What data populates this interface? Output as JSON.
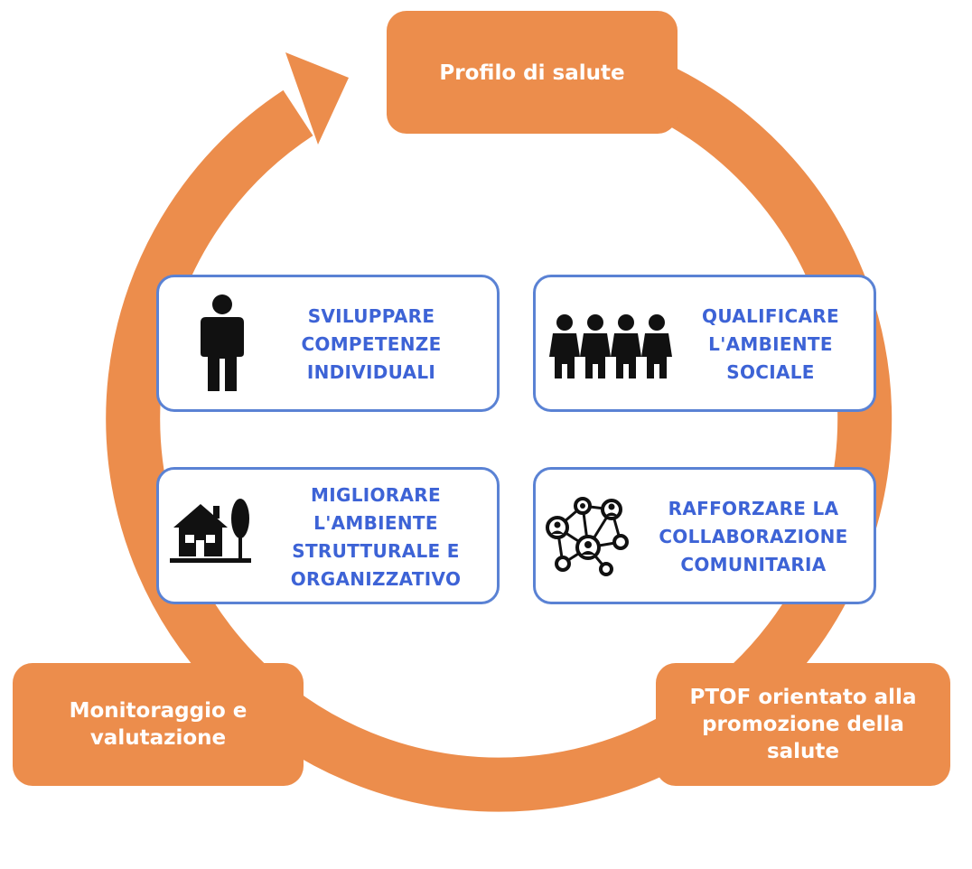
{
  "colors": {
    "cycle_orange": "#ec8d4c",
    "box_border_blue": "#5a82d4",
    "label_blue": "#3d63d6",
    "icon_black": "#111111"
  },
  "cycle": {
    "stages": [
      {
        "label": "Profilo di salute"
      },
      {
        "label": "PTOF orientato alla\npromozione della\nsalute"
      },
      {
        "label": "Monitoraggio e\nvalutazione"
      }
    ]
  },
  "areas": [
    {
      "label": "SVILUPPARE\nCOMPETENZE\nINDIVIDUALI",
      "icon": "person-icon"
    },
    {
      "label": "QUALIFICARE\nL'AMBIENTE\nSOCIALE",
      "icon": "group-icon"
    },
    {
      "label": "MIGLIORARE\nL'AMBIENTE\nSTRUTTURALE E\nORGANIZZATIVO",
      "icon": "house-tree-icon"
    },
    {
      "label": "RAFFORZARE LA\nCOLLABORAZIONE\nCOMUNITARIA",
      "icon": "network-icon"
    }
  ]
}
